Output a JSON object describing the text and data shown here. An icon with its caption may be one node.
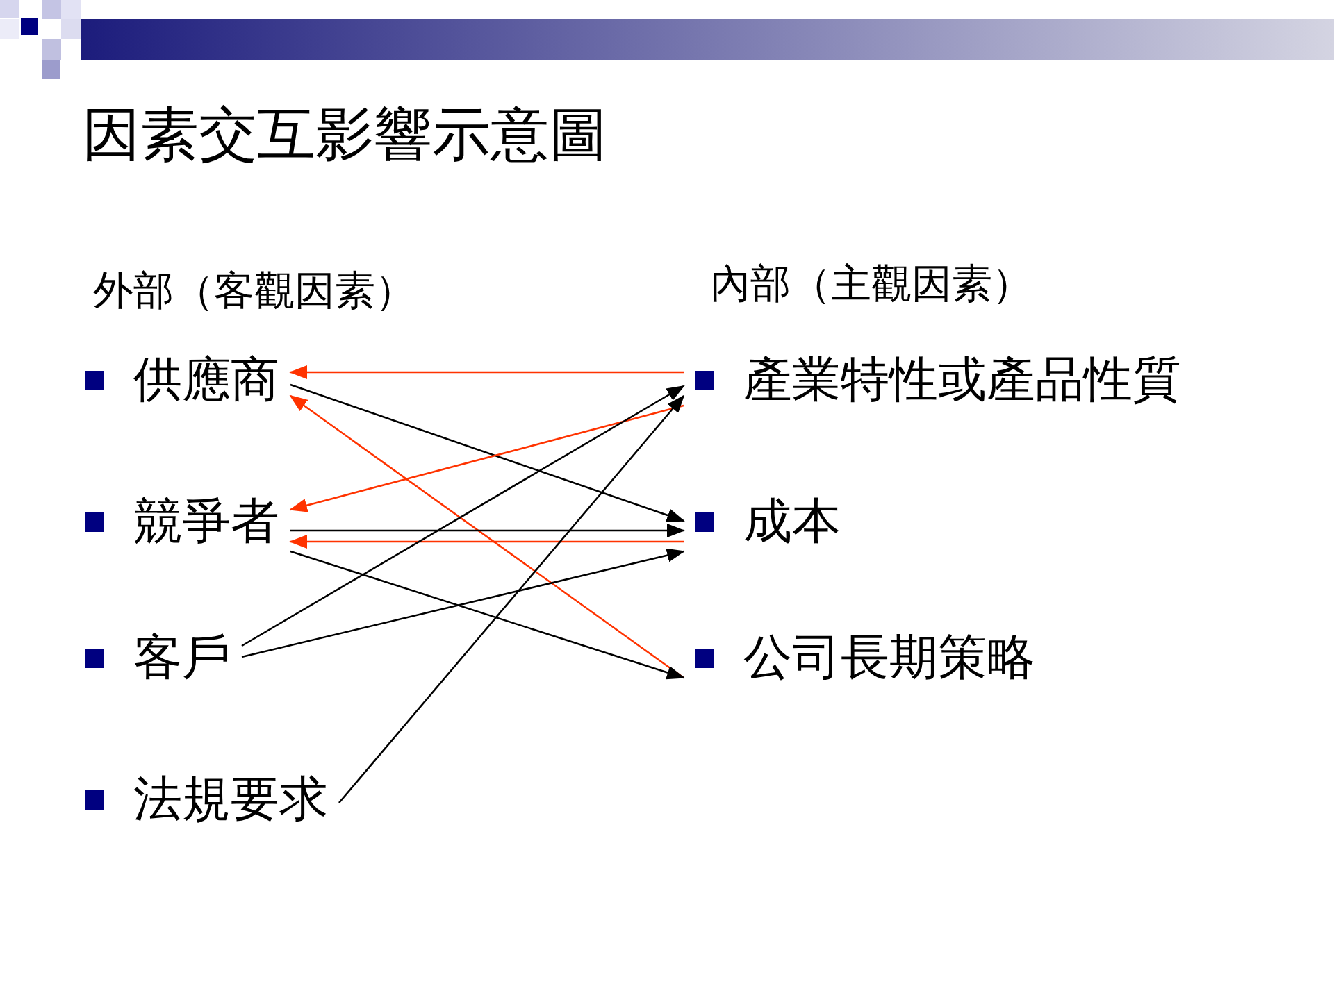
{
  "diagram": {
    "title": "因素交互影響示意圖",
    "nodes": [
      {
        "text": [
          "供應商"
        ]
      },
      {
        "text": [
          "競爭者"
        ]
      },
      {
        "text": [
          "客戶"
        ]
      },
      {
        "text": [
          "法規要求"
        ]
      },
      {
        "text": [
          "產業特性或產品性質"
        ]
      },
      {
        "text": [
          "成本"
        ]
      },
      {
        "text": [
          "公司長期策略"
        ]
      }
    ],
    "edges": [
      {
        "from": 4,
        "to": 0,
        "arrow": "to",
        "color": "#ff3300"
      },
      {
        "from": 0,
        "to": 5,
        "arrow": "to"
      },
      {
        "from": 6,
        "to": 0,
        "arrow": "to",
        "color": "#ff3300"
      },
      {
        "from": 4,
        "to": 1,
        "arrow": "to",
        "color": "#ff3300"
      },
      {
        "from": 1,
        "to": 5,
        "arrow": "to"
      },
      {
        "from": 5,
        "to": 1,
        "arrow": "to",
        "color": "#ff3300"
      },
      {
        "from": 1,
        "to": 6,
        "arrow": "to"
      },
      {
        "from": 2,
        "to": 4,
        "arrow": "to"
      },
      {
        "from": 2,
        "to": 5,
        "arrow": "to"
      },
      {
        "from": 3,
        "to": 4,
        "arrow": "to"
      }
    ],
    "labels": [
      "外部（客觀因素）",
      "內部（主觀因素）"
    ]
  }
}
